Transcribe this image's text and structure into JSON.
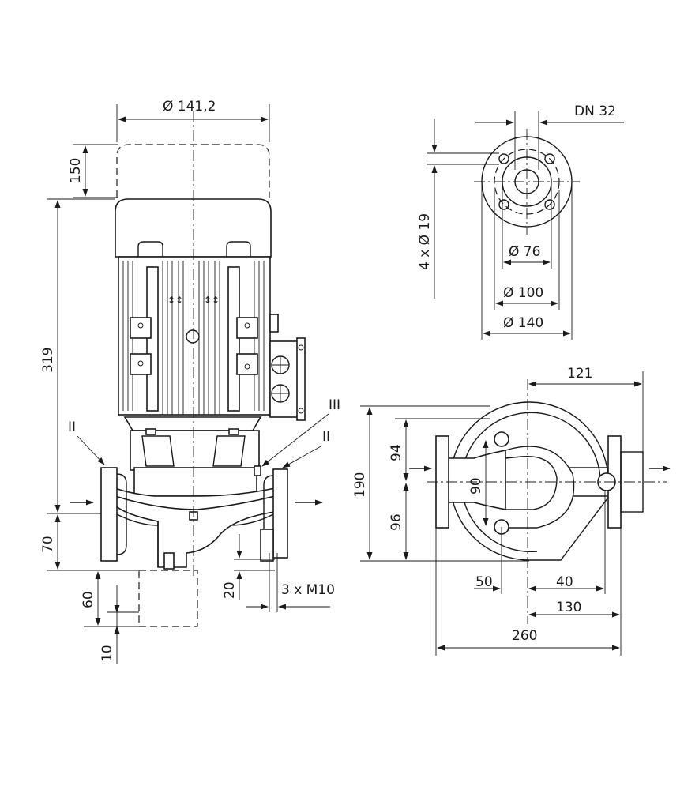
{
  "dimensions": {
    "motor_diameter": "Ø 141,2",
    "fan_removal": "150",
    "overall_height": "319",
    "inlet_height": "70",
    "foot_height": "60",
    "foot_base": "10",
    "bolt_depth": "20",
    "bolt_thread": "3 x M10",
    "flange_nominal": "DN 32",
    "flange_holes": "4 x Ø 19",
    "flange_inner": "Ø 76",
    "flange_bolt_circle": "Ø 100",
    "flange_outer": "Ø 140",
    "offset_121": "121",
    "width_190": "190",
    "upper_94": "94",
    "lower_96": "96",
    "hole_spacing_90": "90",
    "offset_50": "50",
    "offset_40": "40",
    "offset_130": "130",
    "length_260": "260"
  },
  "markers": {
    "left_flange": "II",
    "right_flange": "II",
    "vent": "III"
  }
}
